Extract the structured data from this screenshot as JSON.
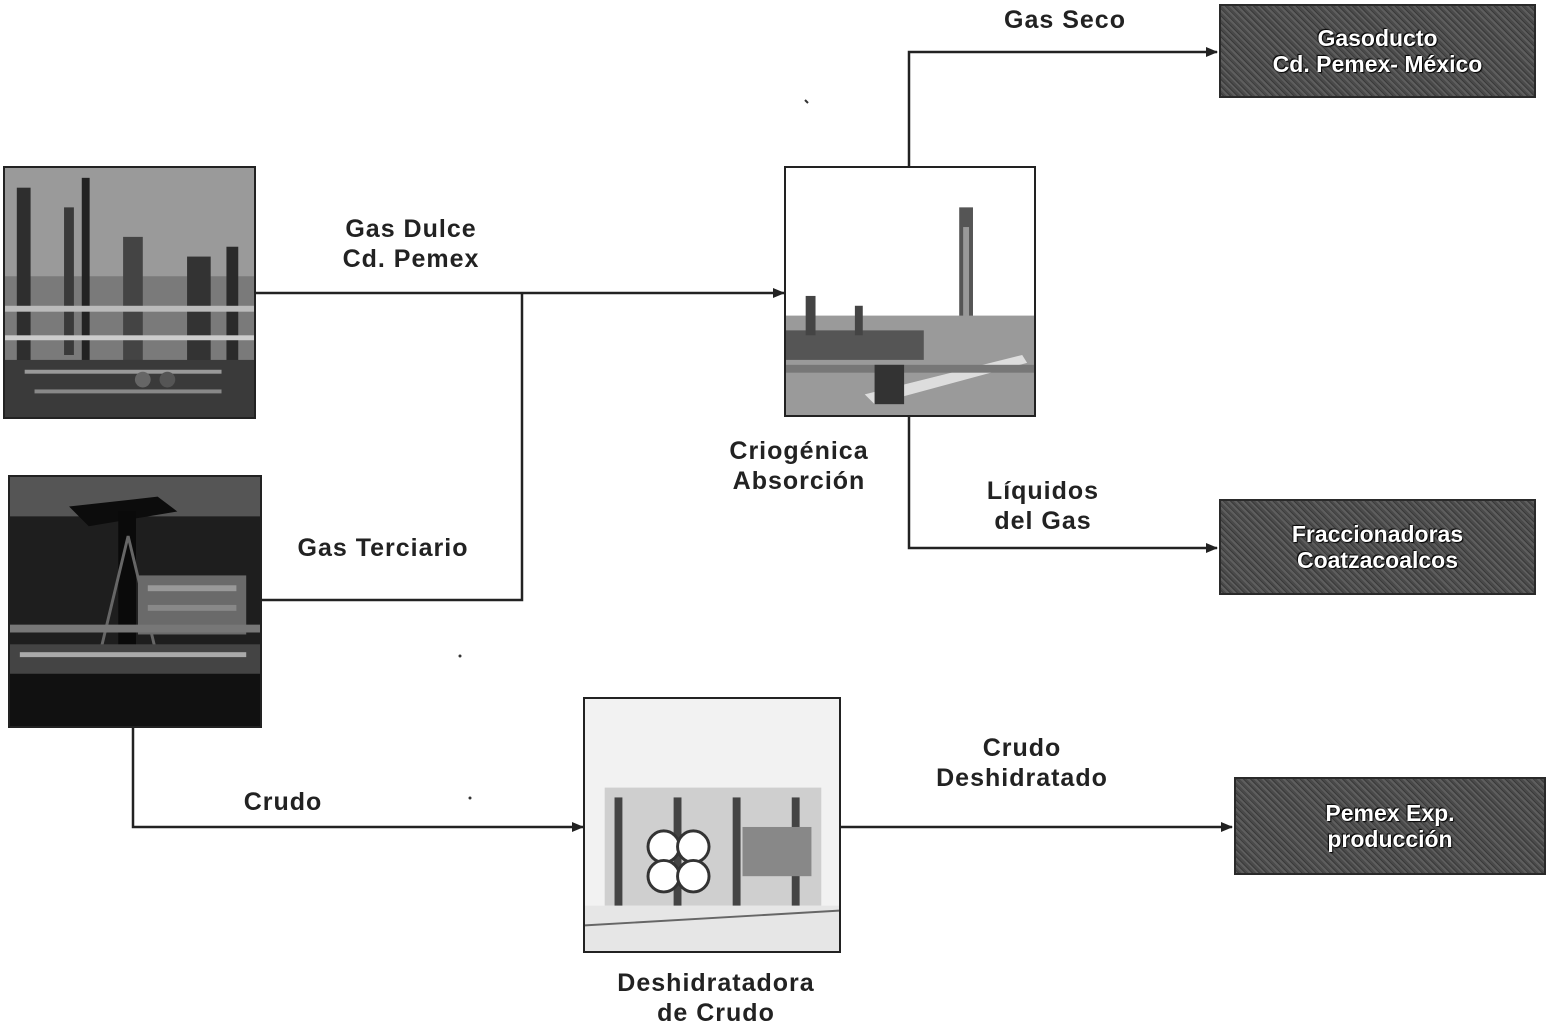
{
  "sources": {
    "gas_plant": "",
    "oil_field": ""
  },
  "edges": {
    "gas_dulce": [
      "Gas Dulce",
      "Cd. Pemex"
    ],
    "gas_terciario": "Gas Terciario",
    "crudo": "Crudo",
    "gas_seco": "Gas Seco",
    "liquidos": [
      "Líquidos",
      "del Gas"
    ],
    "crudo_deshidratado": [
      "Crudo",
      "Deshidratado"
    ]
  },
  "nodes": {
    "criogenica": [
      "Criogénica",
      "Absorción"
    ],
    "deshidratadora": [
      "Deshidratadora",
      "de Crudo"
    ]
  },
  "destinations": {
    "gasoducto": [
      "Gasoducto",
      "Cd. Pemex- México"
    ],
    "fraccionadoras": [
      "Fraccionadoras",
      "Coatzacoalcos"
    ],
    "pemex_exp": [
      "Pemex Exp.",
      "producción"
    ]
  },
  "colors": {
    "line": "#222222",
    "destination_bg": "#4a4a4a",
    "destination_text": "#ffffff"
  }
}
